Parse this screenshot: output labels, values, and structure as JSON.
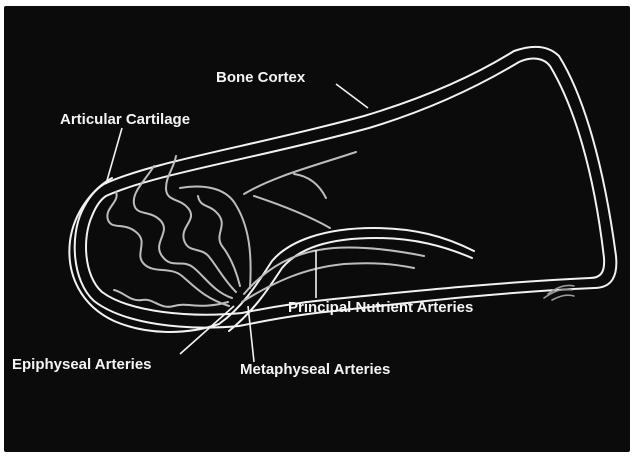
{
  "diagram": {
    "labels": {
      "bone_cortex": "Bone Cortex",
      "articular_cartilage": "Articular Cartilage",
      "principal_nutrient_arteries": "Principal Nutrient Arteries",
      "epiphyseal_arteries": "Epiphyseal Arteries",
      "metaphyseal_arteries": "Metaphyseal Arteries"
    },
    "colors": {
      "background": "#0b0b0b",
      "outline": "#f2f2f2",
      "arteries": "#bdbdbd"
    }
  }
}
